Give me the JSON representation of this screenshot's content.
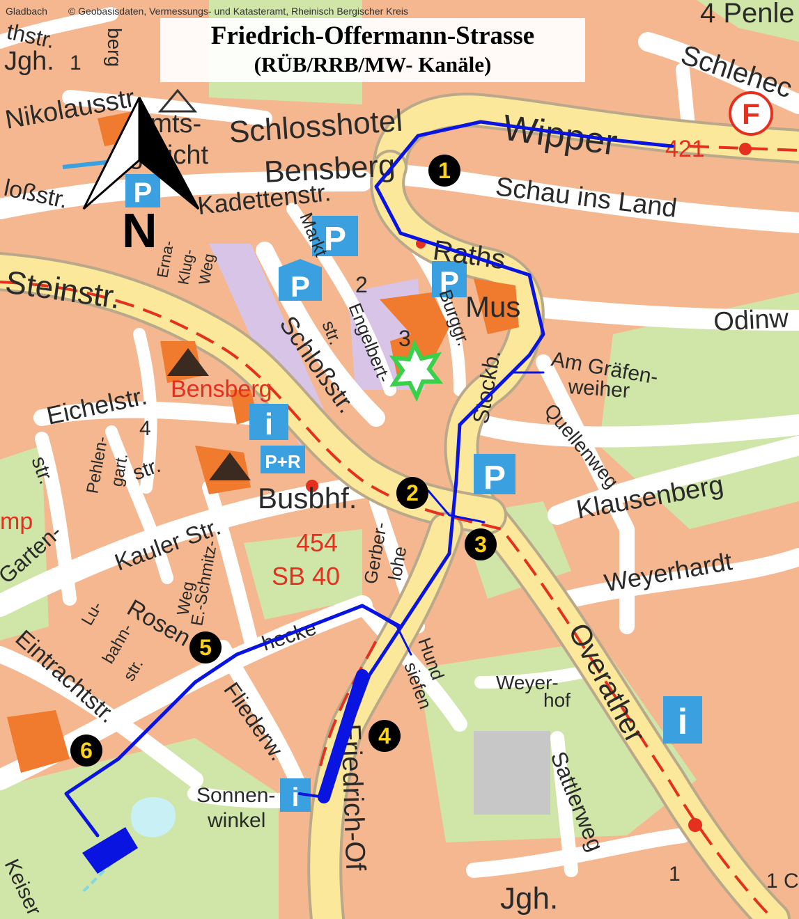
{
  "map": {
    "title": "Friedrich-Offermann-Strasse",
    "subtitle": "(RÜB/RRB/MW- Kanäle)",
    "attribution_left": "Gladbach",
    "attribution_right": "© Geobasisdaten, Vermessungs- und Katasteramt, Rheinisch Bergischer Kreis",
    "north_label": "N",
    "markers": [
      "1",
      "2",
      "3",
      "4",
      "5",
      "6"
    ],
    "streets": {
      "steinstr": "Steinstr.",
      "wipper": "Wipper",
      "schlosshotel": "Schlosshotel",
      "bensberg_top": "Bensberg",
      "kadettenstr": "Kadettenstr.",
      "schau": "Schau ins Land",
      "raths": "Raths.",
      "mus": "Mus",
      "odinw": "Odinw",
      "am_graefen": "Am Gräfen-",
      "weiher": "weiher",
      "quellenweg": "Quellenweg",
      "klausenberg": "Klausenberg",
      "weyerhardt": "Weyerhardt",
      "overather": "Overather",
      "weyerhof_1": "Weyer-",
      "weyerhof_2": "hof",
      "sattlerweg": "Sattlerweg",
      "hundsiefen_1": "Hund",
      "hundsiefen_2": "siefen",
      "friedrich_of": "Friedrich-Of",
      "sonnen_1": "Sonnen-",
      "sonnen_2": "winkel",
      "fliederw": "Fliederw.",
      "rosenhecke_1": "Rosen",
      "rosenhecke_2": "hecke",
      "eintracht": "Eintrachtstr.",
      "lubahn_1": "Lu-",
      "lubahn_2": "bahn-",
      "lubahn_3": "str.",
      "garten": "Garten-",
      "kauler": "Kauler Str.",
      "eschmitz_1": "E.-Schmitz-",
      "eschmitz_2": "Weg",
      "gerberlohe_1": "Gerber-",
      "gerberlohe_2": "lohe",
      "busbhf": "Busbhf.",
      "bensberg_red": "Bensberg",
      "bus_454": "454",
      "bus_sb40": "SB 40",
      "eichelstr": "Eichelstr.",
      "pehlen_1": "Pehlen-",
      "pehlen_2": "gart.",
      "str_a": "str.",
      "str_b": "str.",
      "schlossstr": "Schloßstr.",
      "engelbert_1": "Engelbert-",
      "engelbert_2": "str.",
      "markt": "Markt",
      "burggr": "Burggr.",
      "erna_1": "Erna-",
      "erna_2": "Klug-",
      "erna_3": "Weg",
      "nikolaus": "Nikolausstr.",
      "amts_1": "Amts-",
      "amts_2": "gericht",
      "schlossstr_left": "loßstr.",
      "route_421": "421",
      "schlehec": "Schlehec",
      "penle": "4 Penle",
      "jgh_top": "Jgh.",
      "jgh_bottom": "Jgh.",
      "num_1_top": "1",
      "num_2": "2",
      "num_3": "3",
      "num_4": "4",
      "num_1_bottom": "1",
      "num_1c": "1 C",
      "mp": "mp",
      "keiser": "Keiser",
      "stockb": "Stockb.",
      "thstr": "thstr.",
      "berg": "berg"
    },
    "symbols": {
      "parking": "P",
      "park_ride": "P+R",
      "info": "i",
      "fire": "F"
    },
    "colors": {
      "land": "#f4b78f",
      "road_major": "#fbe89a",
      "road_minor": "#ffffff",
      "green": "#cfe6a8",
      "pedestrian": "#d8c4e6",
      "building": "#f07a2e",
      "route": "#0a14e0",
      "bus_line": "#e53020",
      "parking_blue": "#3aa0e0",
      "marker_fill": "#000000",
      "marker_text": "#ffd21a"
    }
  }
}
